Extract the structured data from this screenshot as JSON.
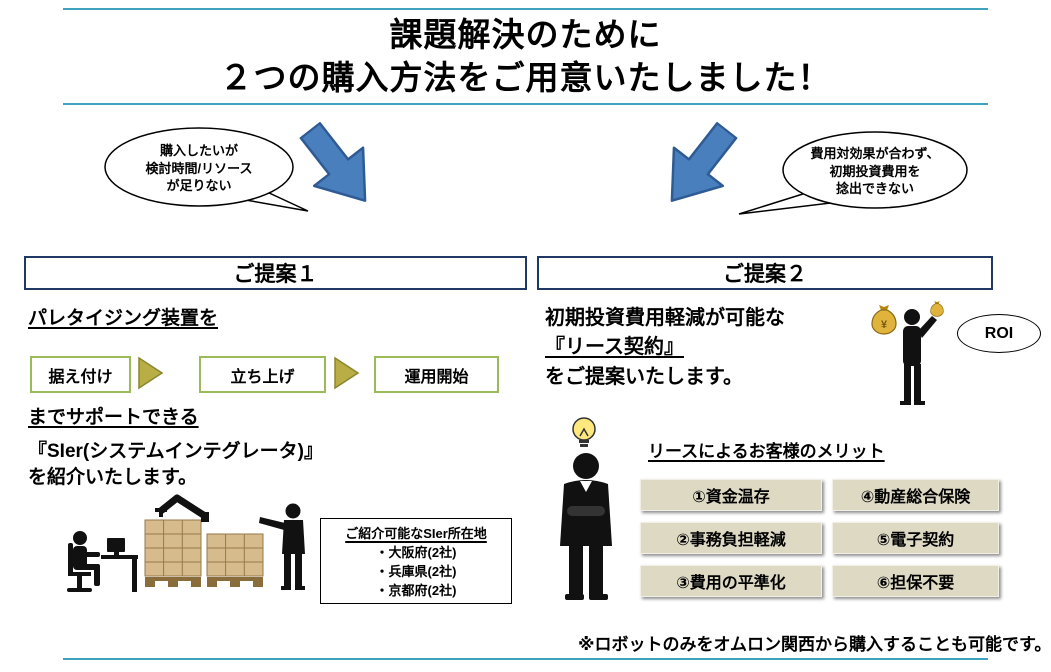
{
  "title": {
    "line1": "課題解決のために",
    "line2": "２つの購入方法をご用意いたしました！"
  },
  "bubbles": {
    "left": {
      "lines": [
        "購入したいが",
        "検討時間/リソース",
        "が足りない"
      ]
    },
    "right": {
      "lines": [
        "費用対効果が合わず、",
        "初期投資費用を",
        "捻出できない"
      ]
    }
  },
  "proposal1": {
    "header": "ご提案１",
    "intro": "パレタイジング装置を",
    "steps": [
      "据え付け",
      "立ち上げ",
      "運用開始"
    ],
    "support": "までサポートできる",
    "sier_line1": "『SIer(システムインテグレータ)』",
    "sier_line2": "を紹介いたします。",
    "location_box": {
      "title": "ご紹介可能なSIer所在地",
      "items": [
        "・大阪府(2社)",
        "・兵庫県(2社)",
        "・京都府(2社)"
      ]
    }
  },
  "proposal2": {
    "header": "ご提案２",
    "intro_line1": "初期投資費用軽減が可能な",
    "lease": "『リース契約』",
    "intro_line3": "をご提案いたします。",
    "roi_label": "ROI",
    "merits_title": "リースによるお客様のメリット",
    "merits": [
      "①資金温存",
      "④動産総合保険",
      "②事務負担軽減",
      "⑤電子契約",
      "③費用の平準化",
      "⑥担保不要"
    ],
    "footnote": "※ロボットのみをオムロン関西から購入することも可能です。"
  },
  "colors": {
    "rule_teal": "#3FA3BF",
    "arrow_blue": "#4A7FBE",
    "arrow_outline": "#2E5B94",
    "step_border": "#9BBB59",
    "chevron_olive": "#B8AE45",
    "merit_bg": "#DDD9C3",
    "header_border": "#1F3864",
    "money_gold": "#E0B33C",
    "bulb_yellow": "#FFE97F"
  }
}
